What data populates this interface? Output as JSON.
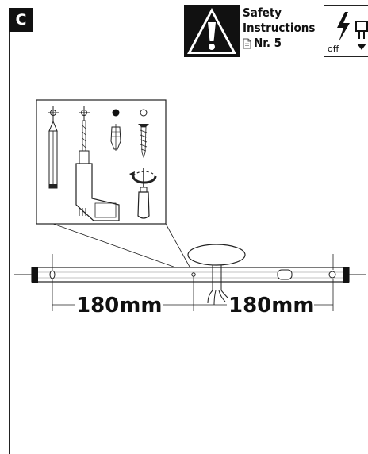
{
  "section": {
    "label": "C"
  },
  "safety": {
    "line1": "Safety",
    "line2": "Instructions",
    "nr": "Nr. 5"
  },
  "power": {
    "label": "off"
  },
  "dimensions": {
    "left": "180mm",
    "right": "180mm"
  },
  "icons": [
    "warning-icon",
    "document-icon",
    "power-off-icon",
    "pencil-icon",
    "drill-icon",
    "wall-plug-icon",
    "screw-icon",
    "screwdriver-icon"
  ]
}
